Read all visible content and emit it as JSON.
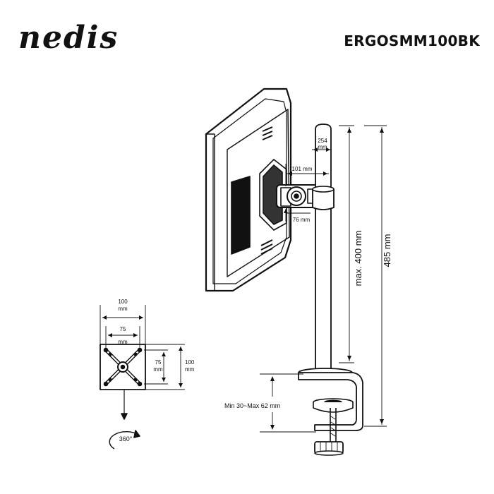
{
  "brand": {
    "logo_text": "nedis"
  },
  "model": {
    "number": "ERGOSMM100BK"
  },
  "dimensions": {
    "vesa_outer_w_value": "100",
    "vesa_outer_w_unit": "mm",
    "vesa_inner_w_value": "75",
    "vesa_inner_w_unit": "mm",
    "vesa_inner_h_value": "75",
    "vesa_inner_h_unit": "mm",
    "vesa_outer_h_value": "100",
    "vesa_outer_h_unit": "mm",
    "rotation": "360°",
    "arm_depth_value": "254",
    "arm_depth_unit": "mm",
    "arm_reach": "101 mm",
    "arm_drop": "76 mm",
    "pole_height": "max. 400 mm",
    "total_height": "485 mm",
    "clamp_range": "Min 30~Max 62 mm"
  },
  "colors": {
    "ink": "#111111",
    "background": "#ffffff"
  }
}
